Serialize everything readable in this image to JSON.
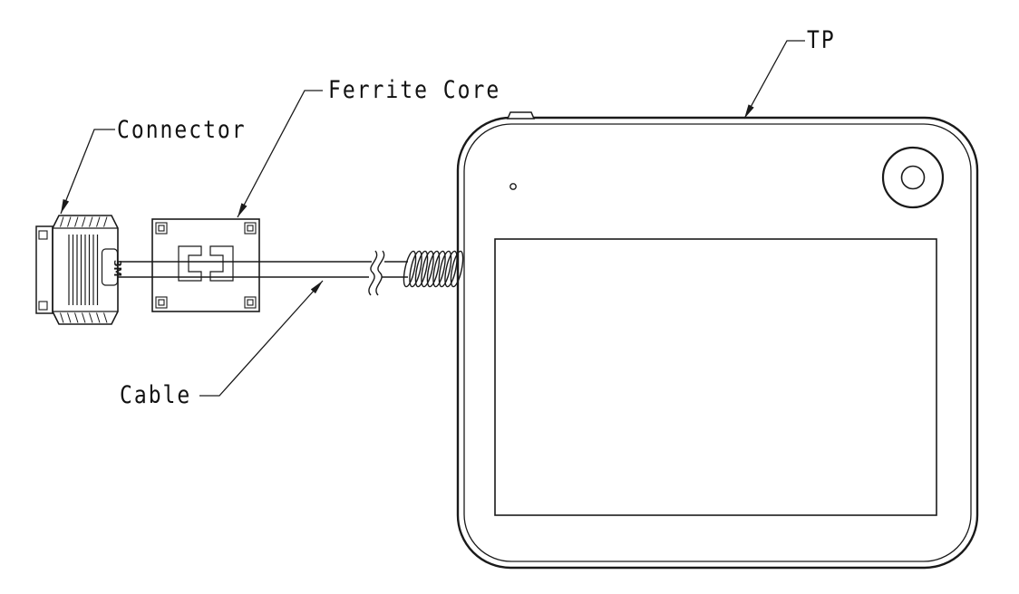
{
  "diagram": {
    "labels": {
      "tp": "TP",
      "ferrite_core": "Ferrite Core",
      "connector": "Connector",
      "cable": "Cable"
    },
    "connector_marking": "3M",
    "colors": {
      "line": "#1a1a1a",
      "background": "#ffffff"
    }
  }
}
